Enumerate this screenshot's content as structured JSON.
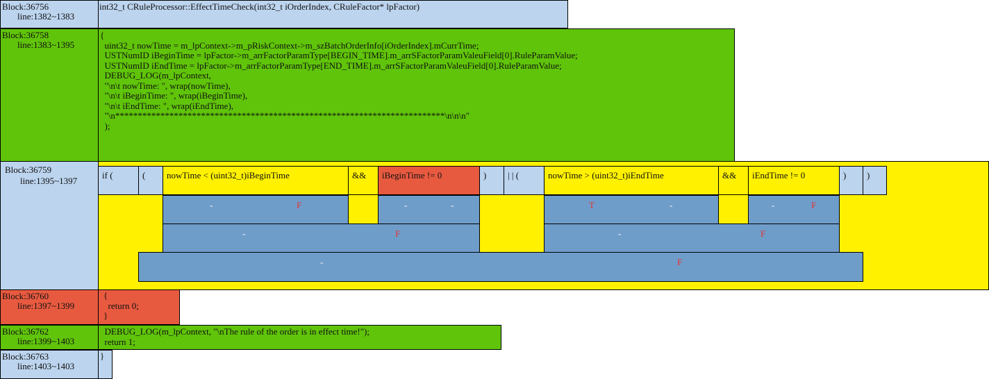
{
  "blocks": [
    {
      "id": "Block:36756",
      "lines": "line:1382~1383",
      "code": [
        "int32_t CRuleProcessor::EffectTimeCheck(int32_t iOrderIndex, CRuleFactor* lpFactor)"
      ]
    },
    {
      "id": "Block:36758",
      "lines": "line:1383~1395",
      "code": [
        "{",
        "  uint32_t nowTime = m_lpContext->m_pRiskContext->m_szBatchOrderInfo[iOrderIndex].mCurrTime;",
        "  USTNumID iBeginTime = lpFactor->m_arrFactorParamType[BEGIN_TIME].m_arrSFactorParamValeuField[0].RuleParamValue;",
        "  USTNumID iEndTime = lpFactor->m_arrFactorParamType[END_TIME].m_arrSFactorParamValeuField[0].RuleParamValue;",
        "  DEBUG_LOG(m_lpContext,",
        "  \"\\n\\t nowTime: \", wrap(nowTime),",
        "  \"\\n\\t iBeginTime: \", wrap(iBeginTime),",
        "  \"\\n\\t iEndTime: \", wrap(iEndTime),",
        "  \"\\n*************************************************************************\\n\\n\\n\"",
        "  );"
      ]
    },
    {
      "id": "Block:36759",
      "lines": "line:1395~1397"
    },
    {
      "id": "Block:36760",
      "lines": "line:1397~1399",
      "code": [
        "{",
        "  return 0;",
        "}"
      ]
    },
    {
      "id": "Block:36762",
      "lines": "line:1399~1403",
      "code": [
        "  DEBUG_LOG(m_lpContext, \"\\nThe rule of the order is in effect time!\");",
        "  return 1;"
      ]
    },
    {
      "id": "Block:36763",
      "lines": "line:1403~1403",
      "code": [
        "}"
      ]
    }
  ],
  "condition_tokens": [
    "if (",
    "(",
    "nowTime < (uint32_t)iBeginTime",
    "&&",
    "iBeginTime != 0",
    ")",
    "| | (",
    "nowTime > (uint32_t)iEndTime",
    "&&",
    "iEndTime != 0",
    ")",
    ")"
  ],
  "evaluation_rows": [
    [
      {
        "dash": "-",
        "value": "F"
      },
      {
        "dash": "-",
        "value": "-"
      },
      {
        "dash": "-",
        "value": "T"
      },
      {
        "dash": "-",
        "value": "F"
      }
    ],
    [
      {
        "dash": "-",
        "value": "F"
      },
      {
        "dash": "-",
        "value": "F"
      }
    ],
    [
      {
        "dash": "-",
        "value": "F"
      }
    ]
  ],
  "colors": {
    "block_blue": "#bcd4ee",
    "block_green": "#60c40a",
    "block_yellow": "#fff100",
    "block_red": "#e85a40",
    "eval_steel": "#6f9dca",
    "eval_value_red": "#e8312a"
  }
}
